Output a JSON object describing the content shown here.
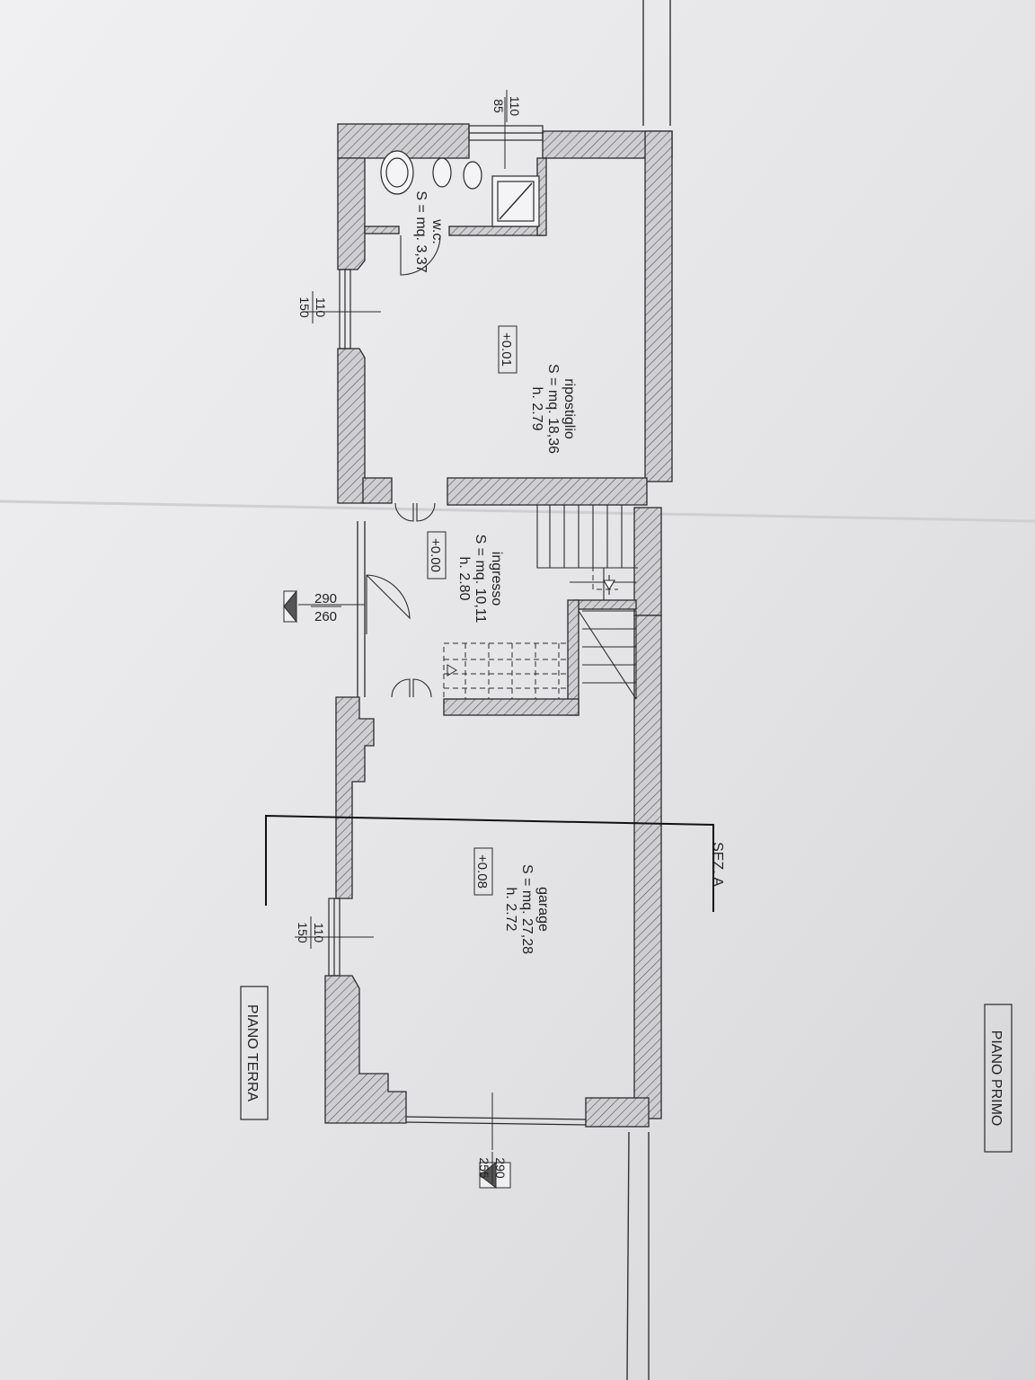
{
  "plan": {
    "upper_title": "PIANO PRIMO",
    "lower_title": "PIANO TERRA",
    "section": "SEZ. A",
    "rooms": {
      "ripostiglio": {
        "name": "ripostiglio",
        "area": "S = mq. 18,36",
        "height": "h. 2.79",
        "level": "+0.01"
      },
      "wc": {
        "name": "w.c.",
        "area": "S = mq. 3,37"
      },
      "ingresso": {
        "name": "ingresso",
        "area": "S = mq. 10,11",
        "height": "h. 2.80",
        "level": "+0.00"
      },
      "garage": {
        "name": "garage",
        "area": "S = mq. 27,28",
        "height": "h. 2.72",
        "level": "+0.08"
      }
    },
    "openings": {
      "wc_window": {
        "top": "110",
        "bottom": "85"
      },
      "ripostiglio_window": {
        "top": "110",
        "bottom": "150"
      },
      "entrance_door": {
        "top": "290",
        "bottom": "260"
      },
      "garage_window": {
        "top": "110",
        "bottom": "150"
      },
      "garage_door": {
        "top": "290",
        "bottom": "255"
      }
    }
  },
  "colors": {
    "paper": "#e6e6e8",
    "ink": "#2a2a2a",
    "wall_fill": "#c8c8cc"
  }
}
